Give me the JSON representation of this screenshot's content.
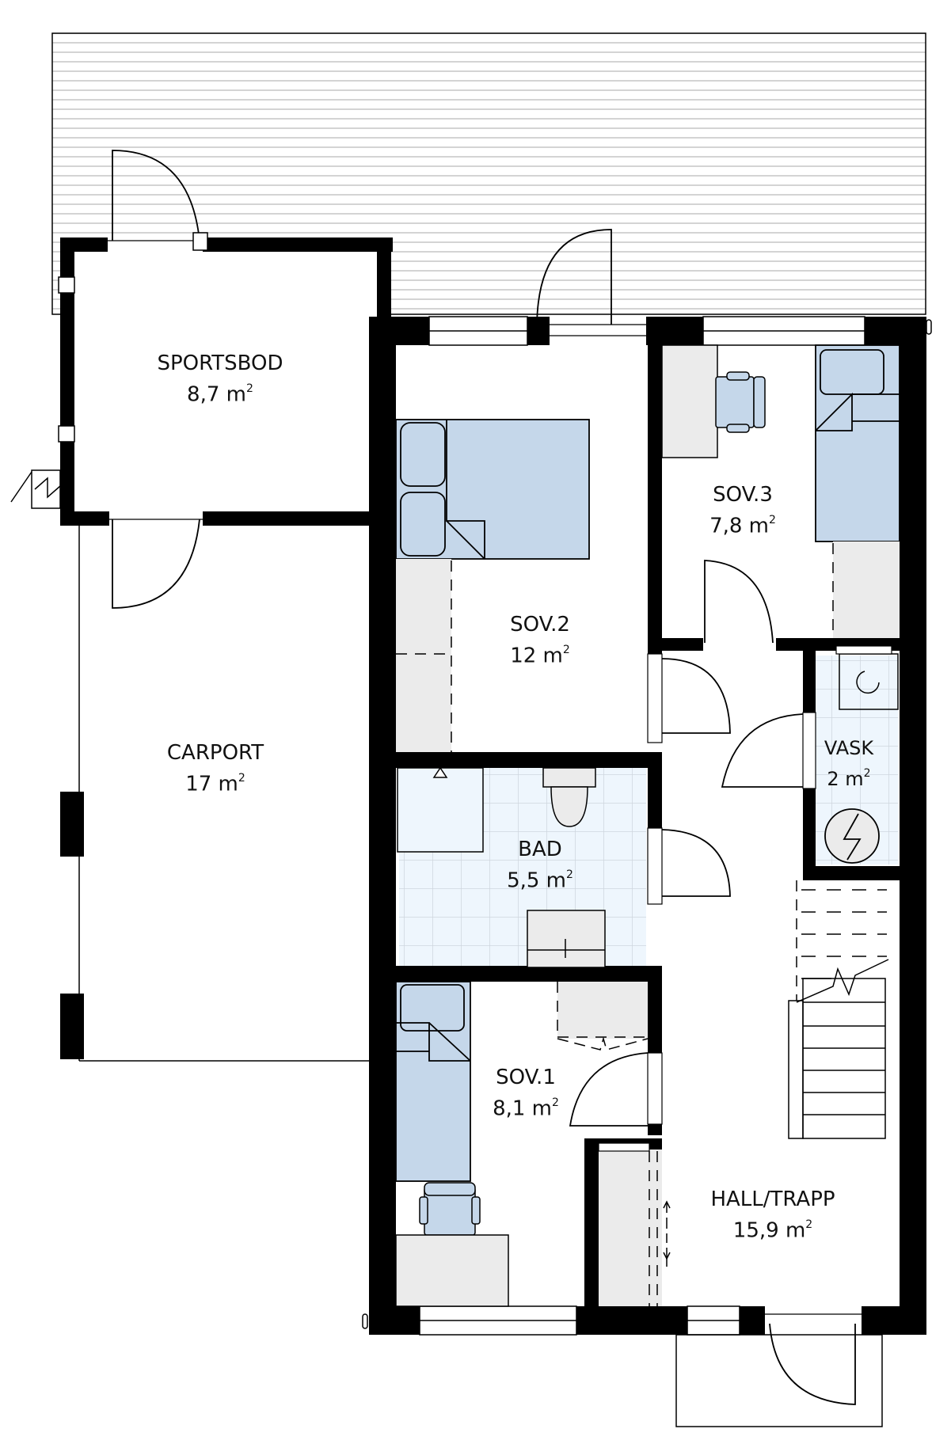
{
  "plan": {
    "colors": {
      "wall": "#000000",
      "deck_line": "#d4d4d4",
      "furniture_blue": "#c5d7ea",
      "cabinet_gray": "#ebebeb",
      "tile_bg": "#eef6fd",
      "tile_line": "#cfd6de"
    },
    "rooms": [
      {
        "id": "sportsbod",
        "name": "SPORTSBOD",
        "area": "8,7 m",
        "unit_sup": "2"
      },
      {
        "id": "carport",
        "name": "CARPORT",
        "area": "17 m",
        "unit_sup": "2"
      },
      {
        "id": "sov2",
        "name": "SOV.2",
        "area": "12 m",
        "unit_sup": "2"
      },
      {
        "id": "sov3",
        "name": "SOV.3",
        "area": "7,8 m",
        "unit_sup": "2"
      },
      {
        "id": "vask",
        "name": "VASK",
        "area": "2 m",
        "unit_sup": "2"
      },
      {
        "id": "bad",
        "name": "BAD",
        "area": "5,5 m",
        "unit_sup": "2"
      },
      {
        "id": "sov1",
        "name": "SOV.1",
        "area": "8,1 m",
        "unit_sup": "2"
      },
      {
        "id": "hall",
        "name": "HALL/TRAPP",
        "area": "15,9 m",
        "unit_sup": "2"
      }
    ],
    "features": [
      "terrace-deck",
      "entrance-step",
      "staircase",
      "double-bed",
      "single-bed-sov3",
      "single-bed-sov1",
      "desk-sov3",
      "desk-sov1",
      "wardrobe-sov2",
      "wardrobe-sov3",
      "wardrobe-sov1",
      "sliding-wardrobe-hall",
      "toilet",
      "sink",
      "shower",
      "washing-machine",
      "water-heater"
    ]
  }
}
